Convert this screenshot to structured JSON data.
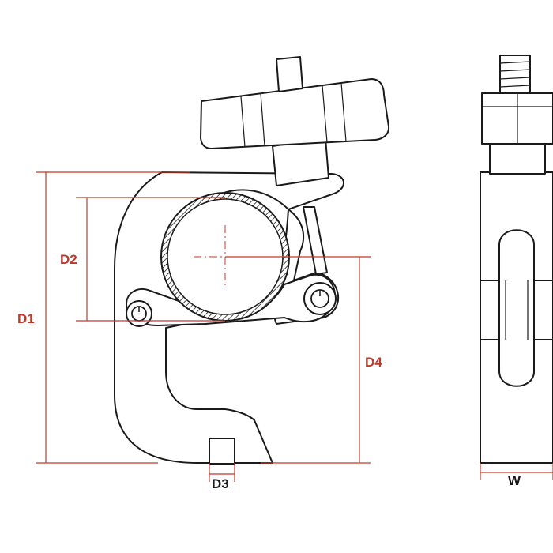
{
  "dimensions": {
    "d1": "D1",
    "d2": "D2",
    "d3": "D3",
    "d4": "D4",
    "w": "W"
  },
  "colors": {
    "dimension": "#c0392b",
    "outline": "#1a1a1a",
    "hatch": "#1a1a1a"
  },
  "icons": {
    "front": "clamp-front-view-icon",
    "side": "clamp-side-view-icon"
  }
}
